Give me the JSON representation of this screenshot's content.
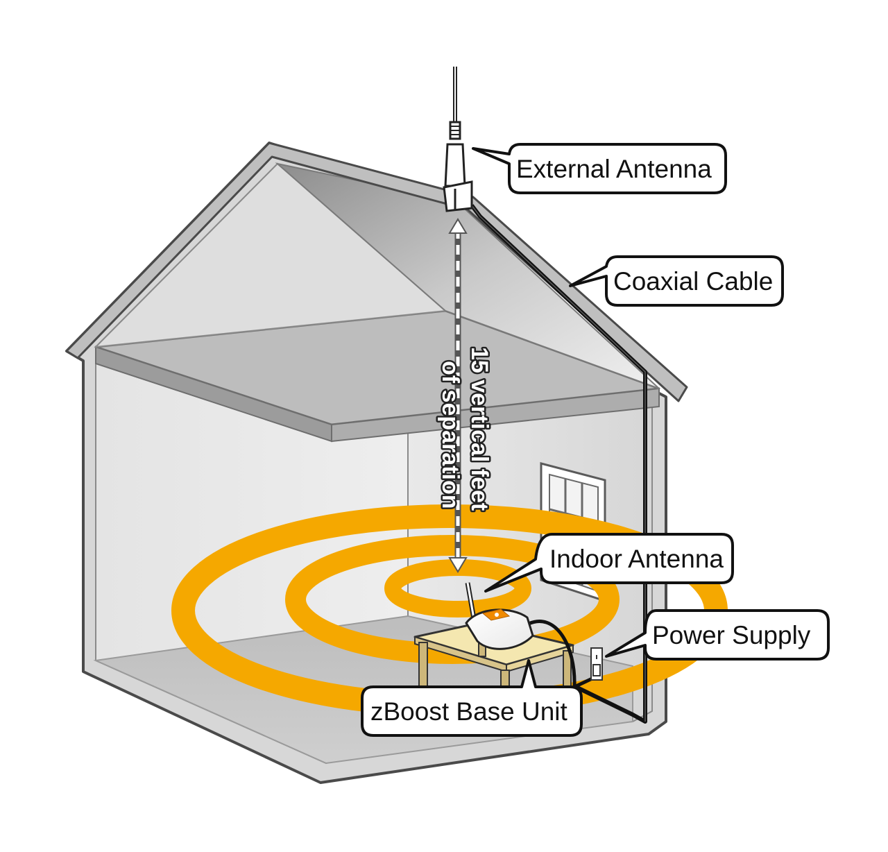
{
  "callouts": {
    "external_antenna": "External Antenna",
    "coaxial_cable": "Coaxial Cable",
    "indoor_antenna": "Indoor Antenna",
    "power_supply": "Power Supply",
    "base_unit": "zBoost Base Unit"
  },
  "separation": {
    "line1": "15 vertical feet",
    "line2": "of separation"
  },
  "colors": {
    "signal": "#f5a800",
    "cable": "#111111",
    "wall_outline": "#5a5a5a",
    "base_unit_accent": "#f08a00"
  }
}
